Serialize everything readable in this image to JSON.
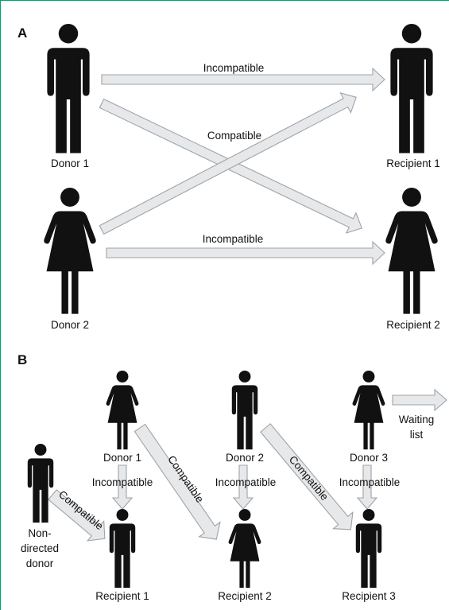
{
  "colors": {
    "frame": "#2e8a6b",
    "figure": "#111111",
    "arrow_fill": "#e6e8ea",
    "arrow_stroke": "#9ea4aa"
  },
  "panel_a": {
    "label": "A",
    "donor_1": "Donor 1",
    "donor_2": "Donor 2",
    "recipient_1": "Recipient 1",
    "recipient_2": "Recipient 2",
    "arrow_top": "Incompatible",
    "arrow_cross": "Compatible",
    "arrow_bottom": "Incompatible"
  },
  "panel_b": {
    "label": "B",
    "non_directed_donor": [
      "Non-",
      "directed",
      "donor"
    ],
    "donor_1": "Donor 1",
    "donor_2": "Donor 2",
    "donor_3": "Donor 3",
    "recipient_1": "Recipient 1",
    "recipient_2": "Recipient 2",
    "recipient_3": "Recipient 3",
    "waiting_list": [
      "Waiting",
      "list"
    ],
    "incompatible": "Incompatible",
    "compatible": "Compatible"
  }
}
